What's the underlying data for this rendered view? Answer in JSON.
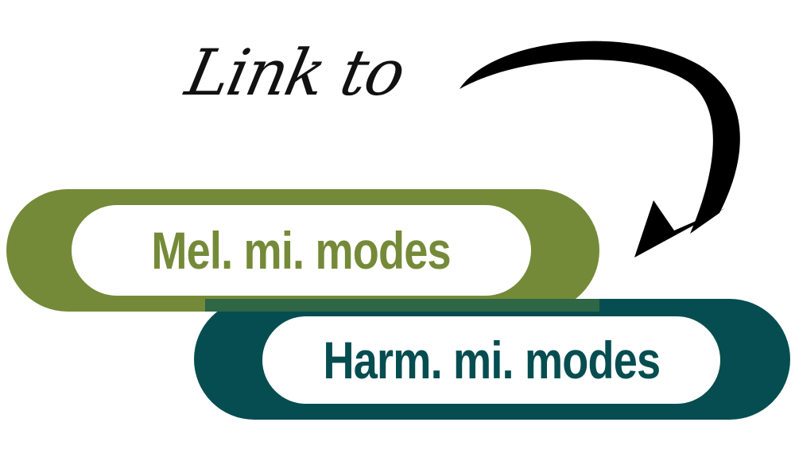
{
  "heading": "Link to",
  "boxes": {
    "melodic": {
      "label": "Mel. mi. modes",
      "color": "#758a38"
    },
    "harmonic": {
      "label": "Harm. mi. modes",
      "color": "#054d50"
    }
  },
  "icons": {
    "arrow": "curved-arrow-icon"
  }
}
